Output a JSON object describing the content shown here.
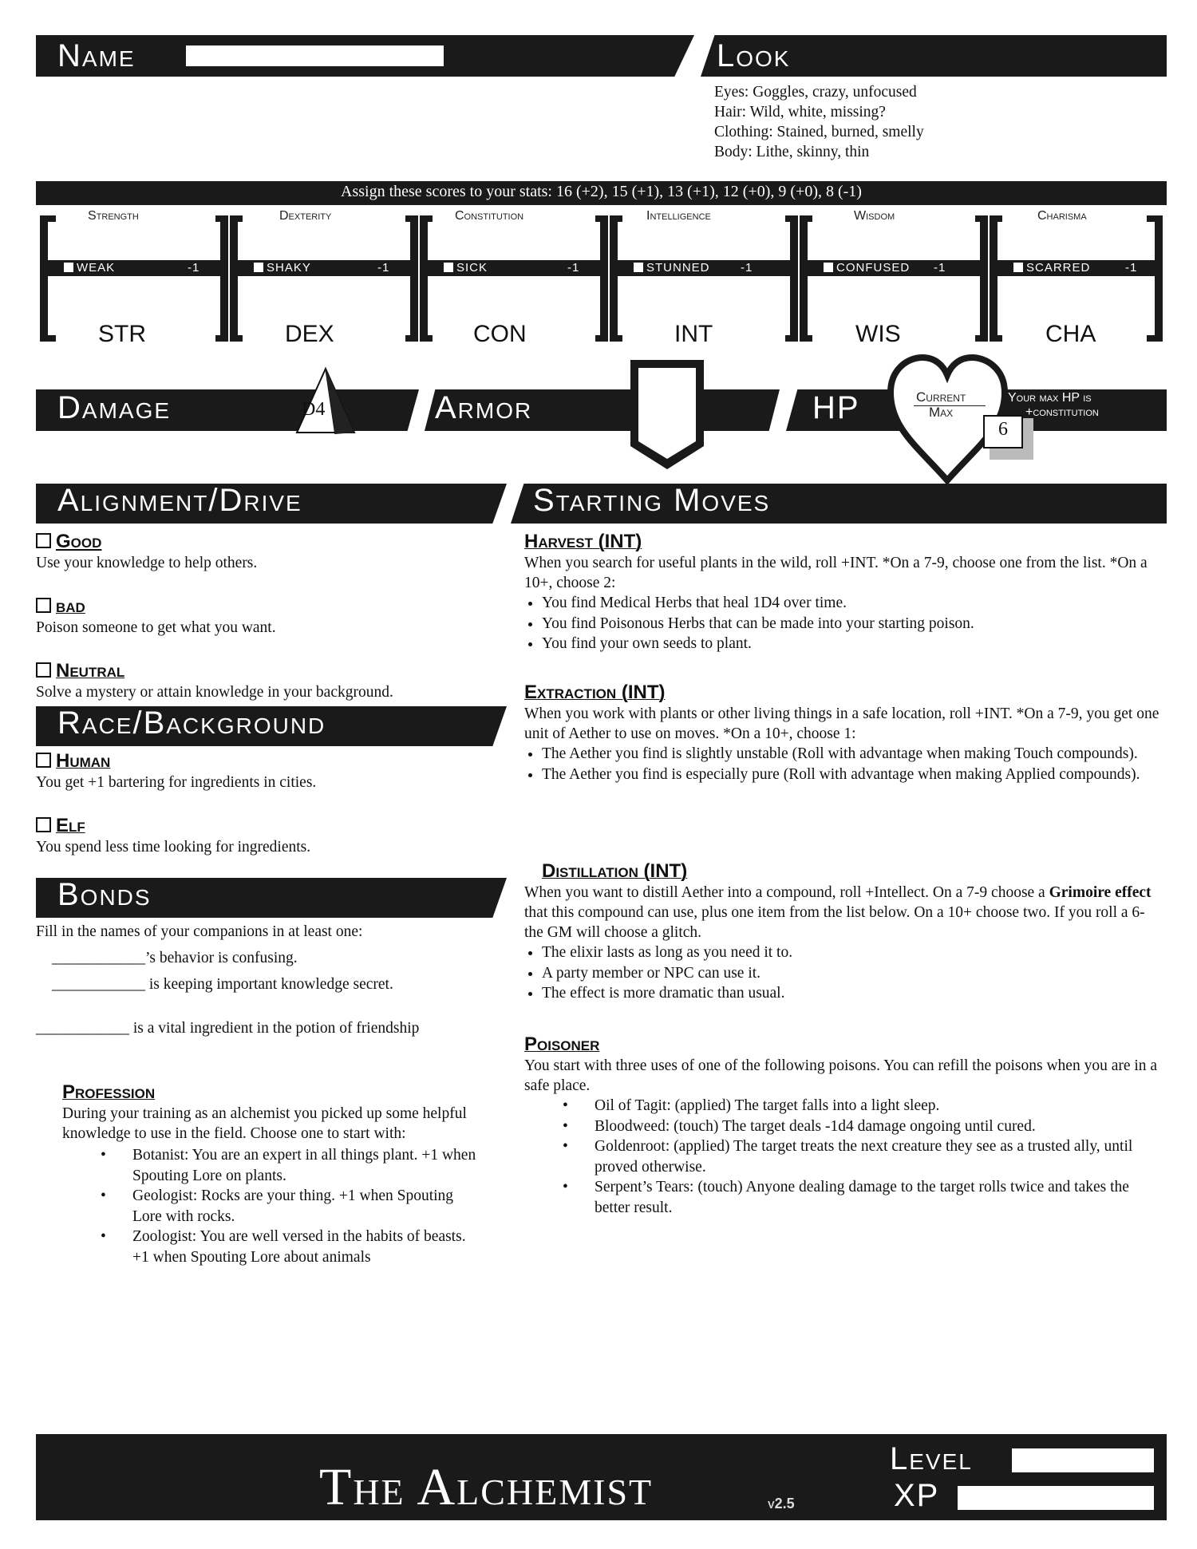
{
  "name": {
    "label": "Name"
  },
  "look": {
    "label": "Look",
    "lines": [
      "Eyes: Goggles, crazy, unfocused",
      "Hair: Wild, white, missing?",
      "Clothing: Stained, burned, smelly",
      "Body: Lithe, skinny, thin"
    ]
  },
  "stats_banner": "Assign these scores to your stats: 16 (+2), 15 (+1), 13 (+1), 12 (+0), 9 (+0), 8 (-1)",
  "stats": [
    {
      "name": "Strength",
      "abbr": "STR",
      "debility": "WEAK",
      "mod": "-1"
    },
    {
      "name": "Dexterity",
      "abbr": "DEX",
      "debility": "SHAKY",
      "mod": "-1"
    },
    {
      "name": "Constitution",
      "abbr": "CON",
      "debility": "SICK",
      "mod": "-1"
    },
    {
      "name": "Intelligence",
      "abbr": "INT",
      "debility": "STUNNED",
      "mod": "-1"
    },
    {
      "name": "Wisdom",
      "abbr": "WIS",
      "debility": "CONFUSED",
      "mod": "-1"
    },
    {
      "name": "Charisma",
      "abbr": "CHA",
      "debility": "SCARRED",
      "mod": "-1"
    }
  ],
  "damage": {
    "label": "Damage",
    "die": "D4"
  },
  "armor": {
    "label": "Armor"
  },
  "hp": {
    "label": "HP",
    "current": "Current",
    "max": "Max",
    "note1": "Your max HP is",
    "note2": "+constitution",
    "base": "6"
  },
  "alignment": {
    "label": "Alignment/Drive",
    "options": [
      {
        "name": "Good",
        "desc": "Use your knowledge to help others."
      },
      {
        "name": "bad",
        "desc": "Poison someone to get what you want."
      },
      {
        "name": "Neutral",
        "desc": "Solve a mystery or attain knowledge in your background."
      }
    ]
  },
  "race": {
    "label": "Race/Background",
    "options": [
      {
        "name": "Human",
        "desc": "You get +1 bartering for ingredients in cities."
      },
      {
        "name": "Elf",
        "desc": "You spend less time looking for ingredients."
      }
    ]
  },
  "bonds": {
    "label": "Bonds",
    "intro": "Fill in the names of your companions in at least one:",
    "lines": [
      "____________’s behavior is confusing.",
      "____________ is keeping important knowledge secret.",
      "____________ is a vital ingredient in the potion of friendship"
    ]
  },
  "profession": {
    "title": "Profession",
    "intro": "During your training as an alchemist you picked up some helpful knowledge to use in the field. Choose one to start with:",
    "items": [
      "Botanist: You are an expert in all things plant. +1 when Spouting Lore on plants.",
      "Geologist: Rocks are your thing. +1 when Spouting Lore with rocks.",
      "Zoologist: You are well versed in the habits of beasts. +1 when Spouting Lore about animals"
    ]
  },
  "moves": {
    "label": "Starting Moves",
    "harvest": {
      "title": "Harvest (INT)",
      "text": "When you search for useful plants in the wild, roll +INT.  *On a 7-9, choose one from the list.  *On a 10+, choose 2:",
      "items": [
        "You find Medical Herbs that heal 1D4 over time.",
        "You find Poisonous Herbs that can be made into your starting poison.",
        "You find your own seeds to plant."
      ]
    },
    "extraction": {
      "title": "Extraction (INT)",
      "text": "When you work with plants or other living things in a safe location, roll +INT.  *On a 7-9, you get one unit of Aether to use on moves. *On a 10+, choose 1:",
      "items": [
        "The Aether you find is slightly unstable (Roll with advantage when making Touch compounds).",
        "The Aether you find is especially pure (Roll with advantage when making Applied compounds)."
      ]
    },
    "distillation": {
      "title": "Distillation (INT)",
      "text1": "When you want to distill Aether into a compound, roll +Intellect. On a 7-9 choose a ",
      "bold": "Grimoire effect",
      "text2": " that this compound can use, plus one item from the list below. On a 10+ choose two. If you roll a 6- the GM will choose a glitch.",
      "items": [
        "The elixir lasts as long as you need it to.",
        "A party member or NPC can use it.",
        "The effect is more dramatic than usual."
      ]
    },
    "poisoner": {
      "title": "Poisoner",
      "text": "You start with three uses of one of the following poisons. You can refill the poisons when you are in a safe place.",
      "items": [
        "Oil of Tagit: (applied) The target falls into a light sleep.",
        "Bloodweed: (touch) The target deals -1d4 damage ongoing until cured.",
        "Goldenroot: (applied) The target treats the next creature they see as a trusted ally, until proved otherwise.",
        "Serpent’s Tears: (touch) Anyone dealing damage to the target rolls twice and takes the better result."
      ]
    }
  },
  "footer": {
    "title": "The Alchemist",
    "version": "v2.5",
    "level": "Level",
    "xp": "XP"
  }
}
